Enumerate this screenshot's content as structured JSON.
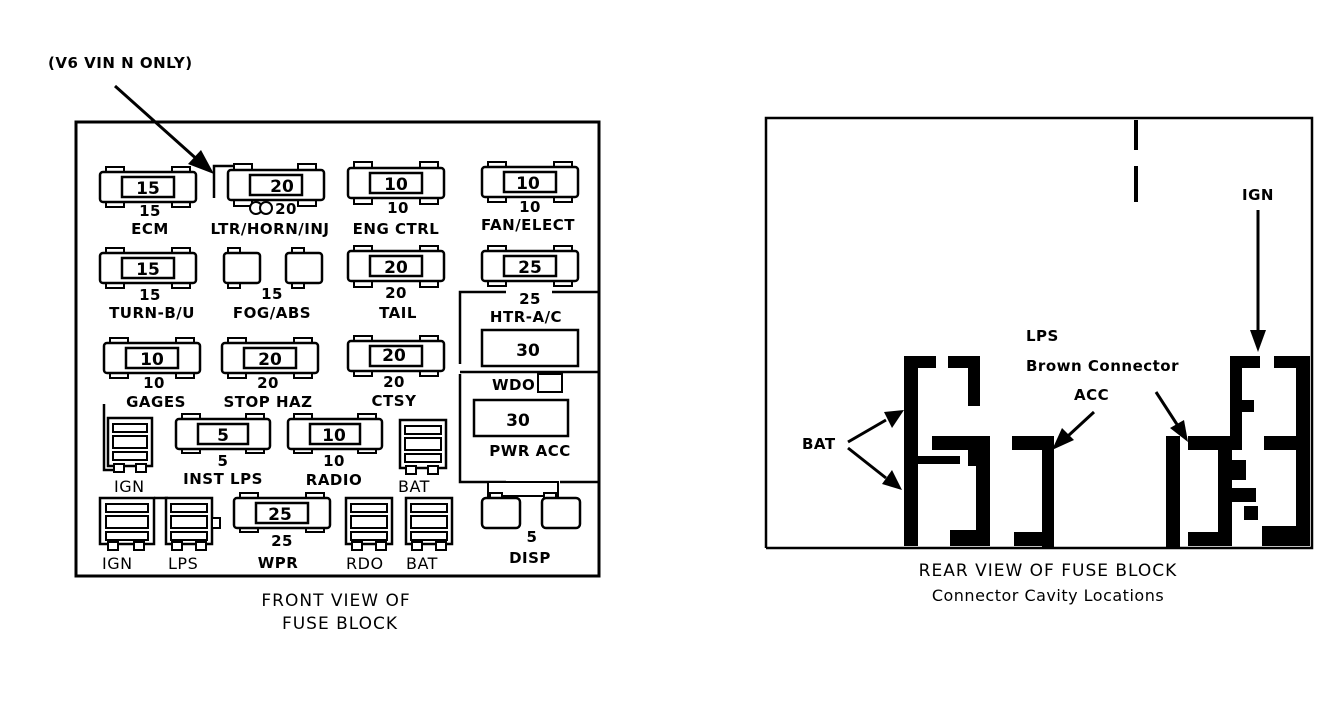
{
  "front": {
    "callout": "(V6 VIN N ONLY)",
    "caption_line1": "FRONT VIEW OF",
    "caption_line2": "FUSE BLOCK",
    "fuses": [
      {
        "id": "ecm",
        "value": "15",
        "rating": "15",
        "label": "ECM"
      },
      {
        "id": "ltr",
        "value": "20",
        "rating": "20",
        "label": "LTR/HORN/INJ"
      },
      {
        "id": "eng",
        "value": "10",
        "rating": "10",
        "label": "ENG CTRL"
      },
      {
        "id": "fan",
        "value": "10",
        "rating": "10",
        "label": "FAN/ELECT"
      },
      {
        "id": "turn",
        "value": "15",
        "rating": "15",
        "label": "TURN-B/U"
      },
      {
        "id": "fog",
        "value": "",
        "rating": "15",
        "label": "FOG/ABS"
      },
      {
        "id": "tail",
        "value": "20",
        "rating": "20",
        "label": "TAIL"
      },
      {
        "id": "htr",
        "value": "25",
        "rating": "25",
        "label": "HTR-A/C"
      },
      {
        "id": "gages",
        "value": "10",
        "rating": "10",
        "label": "GAGES"
      },
      {
        "id": "stop",
        "value": "20",
        "rating": "20",
        "label": "STOP HAZ"
      },
      {
        "id": "ctsy",
        "value": "20",
        "rating": "20",
        "label": "CTSY"
      },
      {
        "id": "inst",
        "value": "5",
        "rating": "5",
        "label": "INST LPS"
      },
      {
        "id": "radio",
        "value": "10",
        "rating": "10",
        "label": "RADIO"
      },
      {
        "id": "wpr",
        "value": "25",
        "rating": "25",
        "label": "WPR"
      },
      {
        "id": "disp",
        "value": "",
        "rating": "5",
        "label": "DISP"
      }
    ],
    "breaker_htr": "30",
    "breaker_pwr": "30",
    "wdo_label": "WDO",
    "pwr_acc_label": "PWR ACC",
    "connectors": {
      "ign_upper": "IGN",
      "bat_upper": "BAT",
      "ign_lower": "IGN",
      "lps_lower": "LPS",
      "rdo_lower": "RDO",
      "bat_lower": "BAT"
    }
  },
  "rear": {
    "caption_line1": "REAR VIEW OF FUSE BLOCK",
    "caption_line2": "Connector Cavity Locations",
    "ign_label": "IGN",
    "lps_label": "LPS",
    "brown_label": "Brown Connector",
    "acc_label": "ACC",
    "bat_label": "BAT"
  }
}
